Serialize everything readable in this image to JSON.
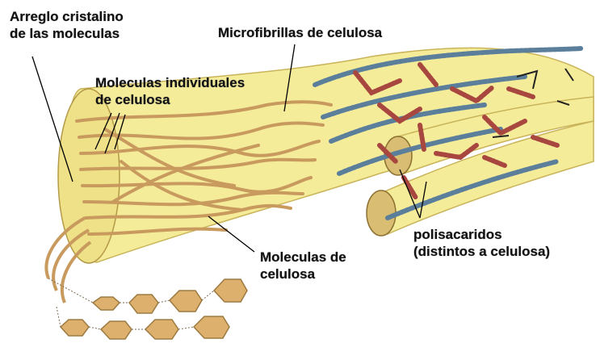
{
  "labels": {
    "arreglo": {
      "line1": "Arreglo cristalino",
      "line2": "de las moleculas"
    },
    "microfibrillas": {
      "line1": "Microfibrillas de celulosa"
    },
    "individuales": {
      "line1": "Moleculas individuales",
      "line2": "de celulosa"
    },
    "moleculas": {
      "line1": "Moleculas de",
      "line2": "celulosa"
    },
    "polisacaridos": {
      "line1": "polisacaridos",
      "line2": "(distintos a celulosa)"
    }
  },
  "colors": {
    "fibril_fill": "#f5ec9a",
    "fibril_stroke": "#c9b45a",
    "strand": "#c89a5e",
    "hexagon": "#ddb06e",
    "blue_chain": "#5b7f9a",
    "red_chain": "#a8473f",
    "cross_section": "#d8bd72"
  },
  "icons": [
    "hexagon-chain",
    "polysaccharide-chain"
  ]
}
